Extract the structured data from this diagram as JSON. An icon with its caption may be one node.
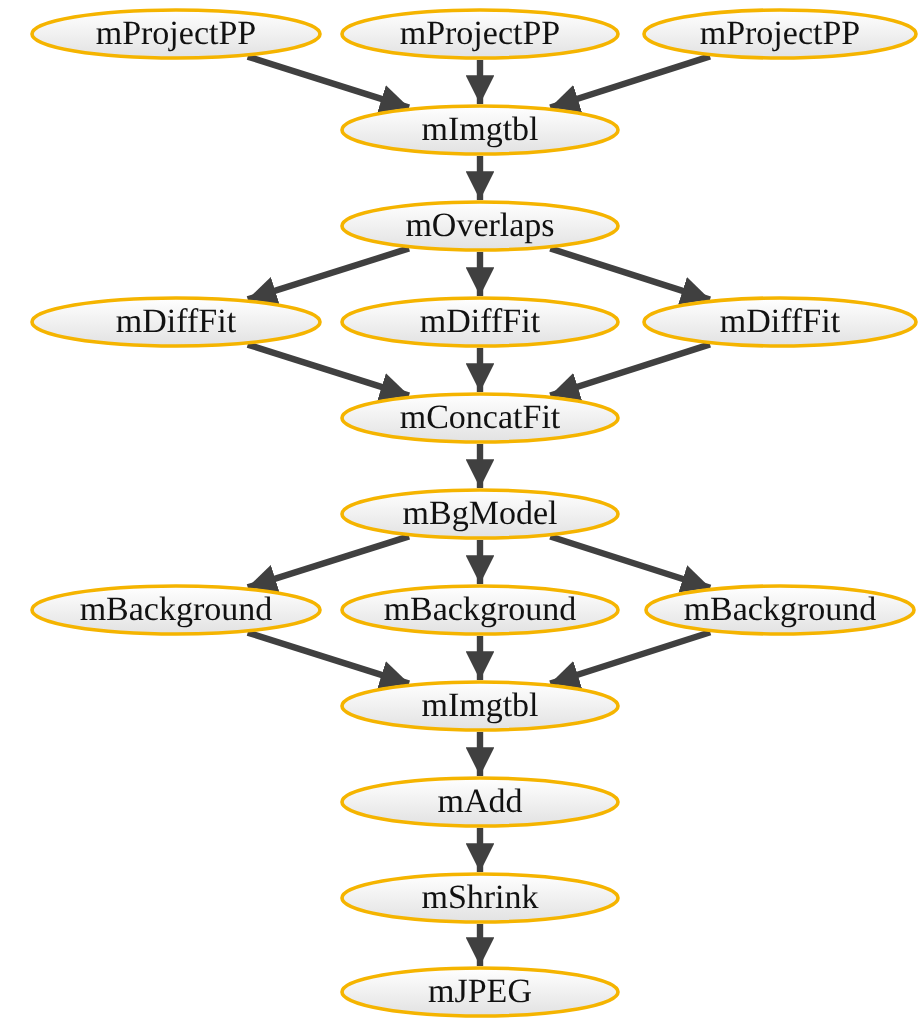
{
  "diagram": {
    "nodes": [
      {
        "text": [
          "mProjectPP"
        ]
      },
      {
        "text": [
          "mProjectPP"
        ]
      },
      {
        "text": [
          "mProjectPP"
        ]
      },
      {
        "text": [
          "mImgtbl"
        ]
      },
      {
        "text": [
          "mOverlaps"
        ]
      },
      {
        "text": [
          "mDiffFit"
        ]
      },
      {
        "text": [
          "mDiffFit"
        ]
      },
      {
        "text": [
          "mDiffFit"
        ]
      },
      {
        "text": [
          "mConcatFit"
        ]
      },
      {
        "text": [
          "mBgModel"
        ]
      },
      {
        "text": [
          "mBackground"
        ]
      },
      {
        "text": [
          "mBackground"
        ]
      },
      {
        "text": [
          "mBackground"
        ]
      },
      {
        "text": [
          "mImgtbl"
        ]
      },
      {
        "text": [
          "mAdd"
        ]
      },
      {
        "text": [
          "mShrink"
        ]
      },
      {
        "text": [
          "mJPEG"
        ]
      }
    ],
    "edges": [
      {
        "from": 0,
        "to": 3,
        "arrow": "to"
      },
      {
        "from": 1,
        "to": 3,
        "arrow": "to"
      },
      {
        "from": 2,
        "to": 3,
        "arrow": "to"
      },
      {
        "from": 3,
        "to": 4,
        "arrow": "to"
      },
      {
        "from": 4,
        "to": 5,
        "arrow": "to"
      },
      {
        "from": 4,
        "to": 6,
        "arrow": "to"
      },
      {
        "from": 4,
        "to": 7,
        "arrow": "to"
      },
      {
        "from": 5,
        "to": 8,
        "arrow": "to"
      },
      {
        "from": 6,
        "to": 8,
        "arrow": "to"
      },
      {
        "from": 7,
        "to": 8,
        "arrow": "to"
      },
      {
        "from": 8,
        "to": 9,
        "arrow": "to"
      },
      {
        "from": 9,
        "to": 10,
        "arrow": "to"
      },
      {
        "from": 9,
        "to": 11,
        "arrow": "to"
      },
      {
        "from": 9,
        "to": 12,
        "arrow": "to"
      },
      {
        "from": 10,
        "to": 13,
        "arrow": "to"
      },
      {
        "from": 11,
        "to": 13,
        "arrow": "to"
      },
      {
        "from": 12,
        "to": 13,
        "arrow": "to"
      },
      {
        "from": 13,
        "to": 14,
        "arrow": "to"
      },
      {
        "from": 14,
        "to": 15,
        "arrow": "to"
      },
      {
        "from": 15,
        "to": 16,
        "arrow": "to"
      }
    ]
  }
}
